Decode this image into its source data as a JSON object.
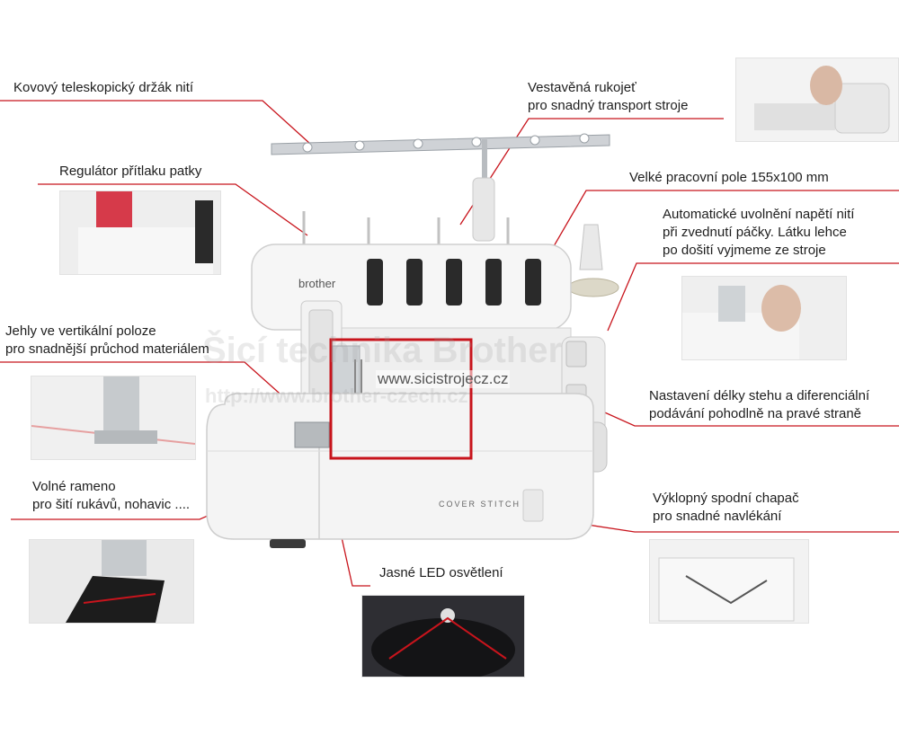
{
  "callouts": {
    "thread_stand": "Kovový teleskopický držák nití",
    "handle_1": "Vestavěná rukojeť",
    "handle_2": "pro snadný transport stroje",
    "presser": "Regulátor přítlaku patky",
    "work_area": "Velké pracovní pole 155x100 mm",
    "tension_1": "Automatické uvolnění napětí nití",
    "tension_2": "při zvednutí páčky. Látku lehce",
    "tension_3": "po došití vyjmeme ze stroje",
    "needles_1": "Jehly ve vertikální poloze",
    "needles_2": "pro snadnější průchod materiálem",
    "stitch_1": "Nastavení délky stehu a diferenciální",
    "stitch_2": "podávání pohodlně na pravé straně",
    "free_arm_1": "Volné rameno",
    "free_arm_2": "pro šití rukávů, nohavic ....",
    "looper_1": "Výklopný spodní chapač",
    "looper_2": "pro snadné navlékání",
    "led": "Jasné LED osvětlení"
  },
  "machine": {
    "brand": "brother",
    "model": "COVER STITCH"
  },
  "watermark": {
    "text": "Šicí technika Brother",
    "url_faint": "http://www.brother-czech.cz",
    "url": "www.sicistrojecz.cz"
  },
  "colors": {
    "accent_red": "#c8141c",
    "machine_body": "#f4f4f4"
  }
}
